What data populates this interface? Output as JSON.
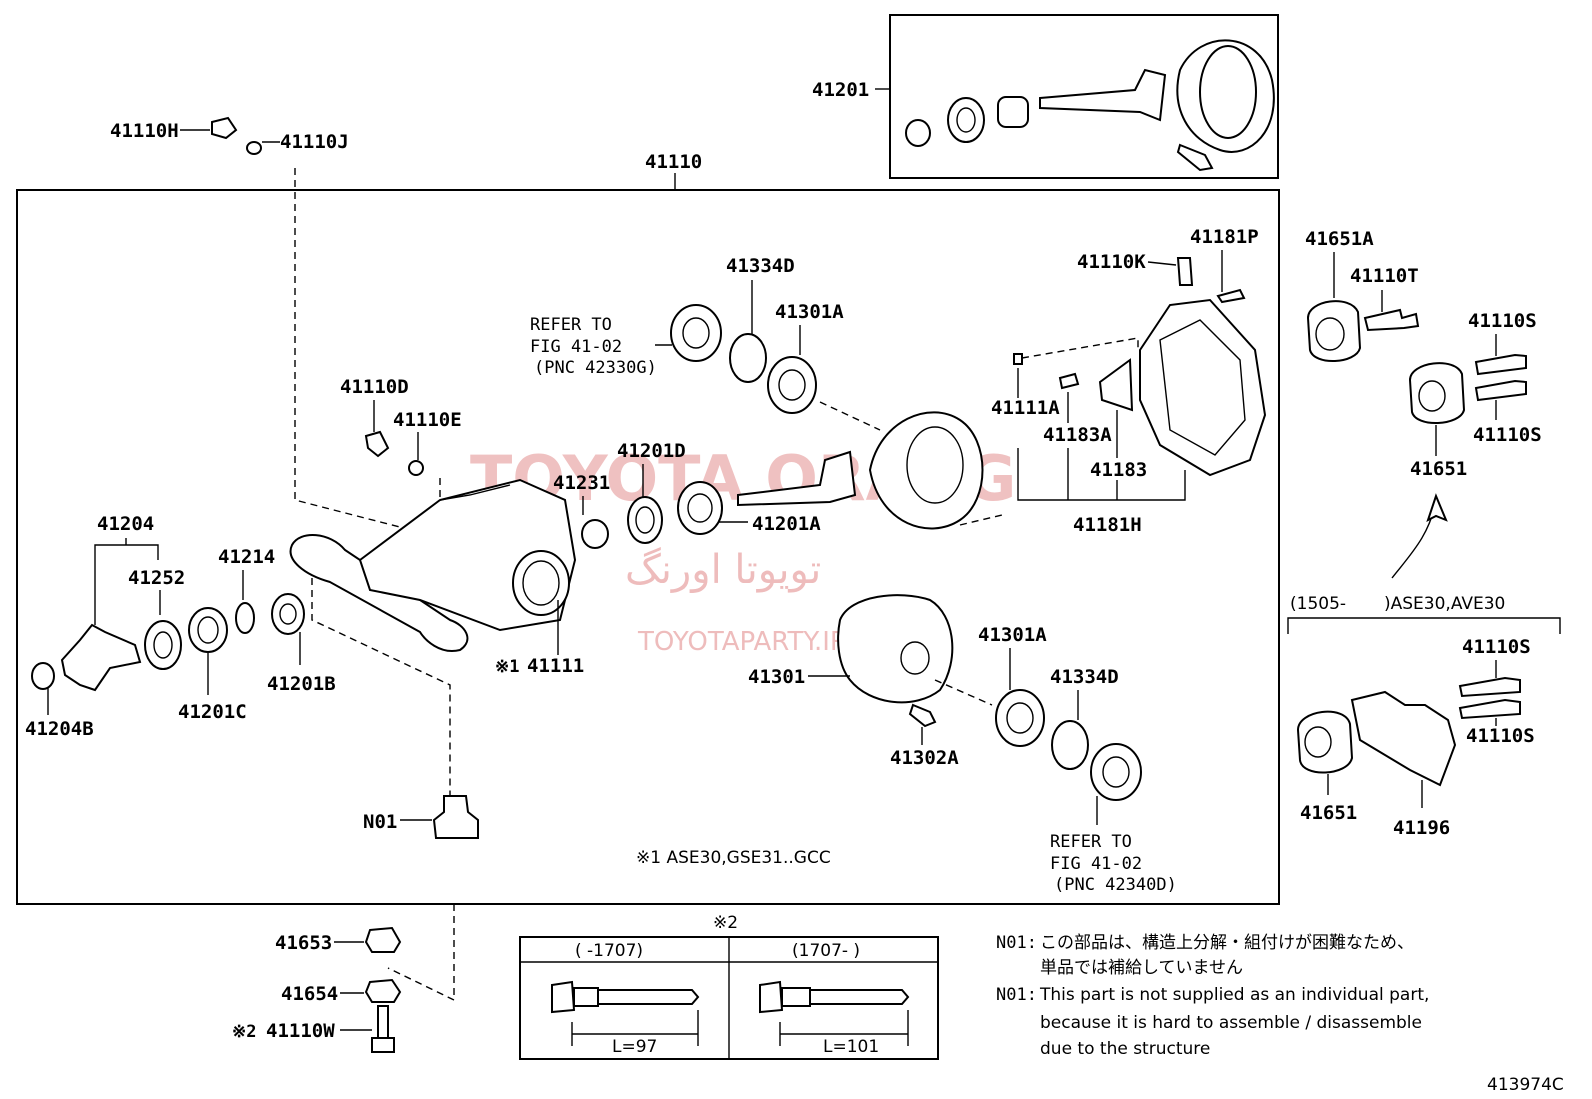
{
  "labels": {
    "p41201_top": "41201",
    "p41110H": "41110H",
    "p41110J": "41110J",
    "p41110": "41110",
    "p41181P": "41181P",
    "p41110K": "41110K",
    "p41334D_a": "41334D",
    "p41301A_a": "41301A",
    "p41110D": "41110D",
    "p41110E": "41110E",
    "p41111A": "41111A",
    "p41183A": "41183A",
    "p41183": "41183",
    "p41181H": "41181H",
    "p41201D": "41201D",
    "p41231": "41231",
    "p41201A": "41201A",
    "p41204": "41204",
    "p41252": "41252",
    "p41214": "41214",
    "p41201B": "41201B",
    "p41201C": "41201C",
    "p41204B": "41204B",
    "p41111": "41111",
    "p41111_mark": "※1",
    "p41301": "41301",
    "p41301A_b": "41301A",
    "p41334D_b": "41334D",
    "p41302A": "41302A",
    "pN01": "N01",
    "p41653": "41653",
    "p41654": "41654",
    "p41110W": "41110W",
    "p41110W_mark": "※2",
    "p41651A": "41651A",
    "p41110T": "41110T",
    "p41110S_1": "41110S",
    "p41110S_2": "41110S",
    "p41651_a": "41651",
    "p41110S_3": "41110S",
    "p41110S_4": "41110S",
    "p41651_b": "41651",
    "p41196": "41196"
  },
  "refer_a": {
    "line1": "REFER TO",
    "line2": "FIG 41-02",
    "line3": "(PNC 42330G)"
  },
  "refer_b": {
    "line1": "REFER TO",
    "line2": "FIG 41-02",
    "line3": "(PNC 42340D)"
  },
  "footnote1": "※1 ASE30,GSE31..GCC",
  "variant_header": {
    "date": "(1505-",
    "models": ")ASE30,AVE30"
  },
  "table": {
    "title": "※2",
    "col1_header": "(    -1707)",
    "col2_header": "(1707-     )",
    "col1_length": "L=97",
    "col2_length": "L=101"
  },
  "notes": {
    "jp_code": "N01:",
    "jp_line1": "この部品は、構造上分解・組付けが困難なため、",
    "jp_line2": "単品では補給していません",
    "en_code": "N01:",
    "en_line1": "This part is not supplied as an individual part,",
    "en_line2": "because it is hard to assemble / disassemble",
    "en_line3": "due to the structure"
  },
  "watermark": {
    "main": "TOYOTA ORANG",
    "arabic": "تویوتا اورنگ",
    "url": "TOYOTAPARTY.IR"
  },
  "figure_id": "413974C"
}
